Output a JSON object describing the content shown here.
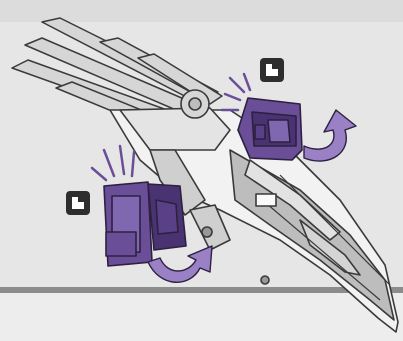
{
  "instruction": {
    "step_markers": [
      {
        "id": "upper",
        "text": ""
      },
      {
        "id": "lower",
        "text": ""
      }
    ],
    "colors": {
      "background": "#e6e6e6",
      "background_top": "#dcdcdc",
      "floor_line": "#8c8c8c",
      "part_highlight": "#6a4f98",
      "part_highlight_dark": "#4a3372",
      "rotation_arrow": "#9a80c4",
      "body_light": "#f2f2f2",
      "body_shade": "#bdbdbd",
      "outline": "#3a3a3a",
      "icon_box": "#2e2e2e"
    },
    "icons": [
      "clip-icon",
      "clip-icon",
      "rotate-arrow-icon",
      "rotate-arrow-icon",
      "impact-lines-icon",
      "impact-lines-icon"
    ],
    "actions": [
      {
        "part": "upper-leg",
        "motion": "rotate"
      },
      {
        "part": "lower-leg",
        "motion": "rotate"
      }
    ]
  }
}
